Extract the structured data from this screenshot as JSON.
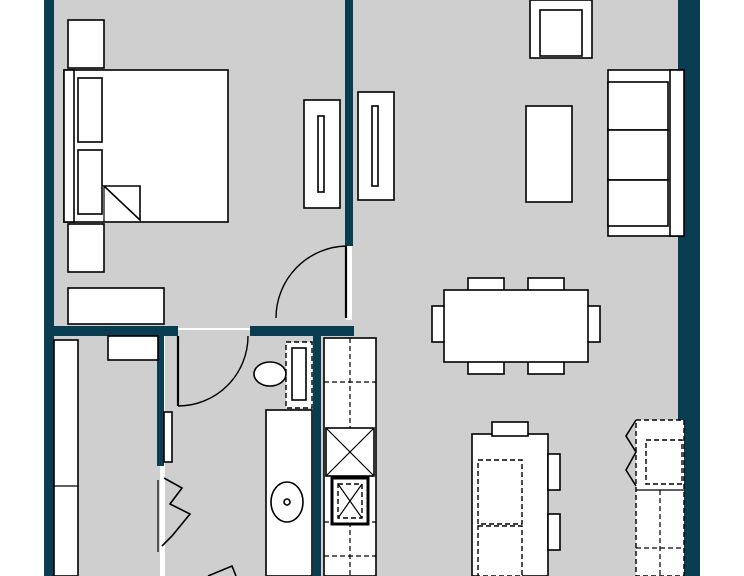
{
  "plan": {
    "wall_color": "#0b3d52",
    "floor_color": "#cfcfcf",
    "line_color": "#000000",
    "furniture_fill": "#ffffff",
    "text_labels": [],
    "rooms": [
      "bedroom",
      "living-room",
      "bathroom",
      "kitchen",
      "closet"
    ],
    "fixtures": [
      "queen-bed",
      "nightstand",
      "dresser",
      "wardrobe-left",
      "wardrobe-right",
      "armchair",
      "sofa",
      "coffee-table",
      "dining-table",
      "dining-chair",
      "toilet",
      "bathtub",
      "bathroom-vanity",
      "sink",
      "kitchen-island",
      "counter-stool",
      "cooktop",
      "kitchen-sink",
      "fridge"
    ],
    "doors": [
      "bedroom-door",
      "bathroom-door",
      "closet-bifold-door"
    ]
  }
}
